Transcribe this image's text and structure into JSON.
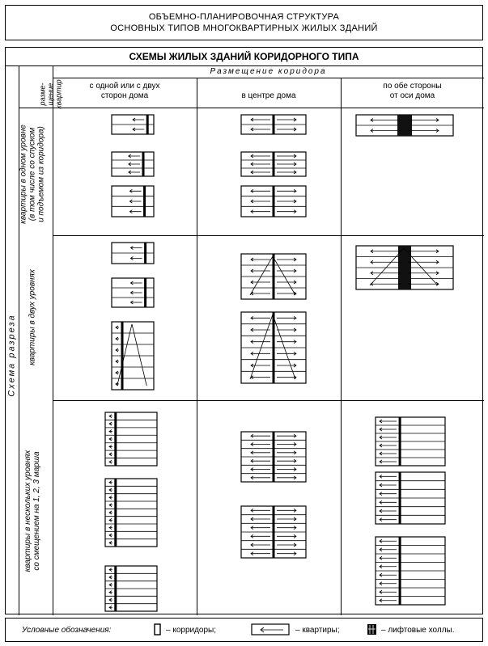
{
  "header": {
    "line1": "ОБЪЕМНО-ПЛАНИРОВОЧНАЯ СТРУКТУРА",
    "line2": "ОСНОВНЫХ ТИПОВ МНОГОКВАРТИРНЫХ ЖИЛЫХ ЗДАНИЙ"
  },
  "table": {
    "title": "СХЕМЫ ЖИЛЫХ ЗДАНИЙ КОРИДОРНОГО ТИПА",
    "side_label": "Схема разреза",
    "corner_label_a": "разме-",
    "corner_label_b": "щение",
    "corner_label_c": "квартир",
    "group_head": "Размещение коридора",
    "columns": [
      {
        "line1": "с одной или с двух",
        "line2": "сторон дома"
      },
      {
        "line1": "в центре дома",
        "line2": ""
      },
      {
        "line1": "по обе стороны",
        "line2": "от оси дома"
      }
    ],
    "rows": [
      {
        "line1": "квартиры в одном уровне",
        "line2": "(в том числе со спуском",
        "line3": "и подъемом из коридора)"
      },
      {
        "line1": "квартиры в двух уровнях",
        "line2": "",
        "line3": ""
      },
      {
        "line1": "квартиры в нескольких уровнях",
        "line2": "со смещением на 1, 2, 3 марша",
        "line3": ""
      }
    ]
  },
  "legend": {
    "label": "Условные обозначения:",
    "corridors": "– корридоры;",
    "apartments": "– квартиры;",
    "lifts": "– лифтовые холлы."
  }
}
